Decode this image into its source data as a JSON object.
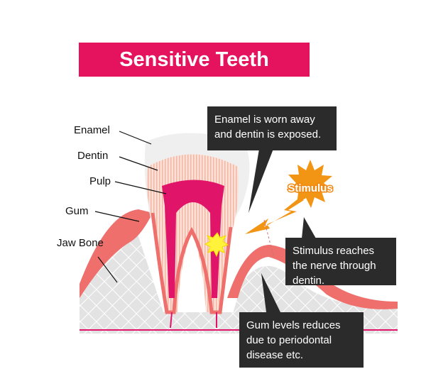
{
  "title": "Sensitive Teeth",
  "labels": {
    "enamel": "Enamel",
    "dentin": "Dentin",
    "pulp": "Pulp",
    "gum": "Gum",
    "jaw_bone": "Jaw Bone"
  },
  "stimulus": "Stimulus",
  "callouts": {
    "enamel_worn": "Enamel is worn away and dentin is exposed.",
    "stimulus_reaches": "Stimulus reaches the nerve through dentin.",
    "gum_reduces": "Gum levels reduces due to periodontal disease etc."
  },
  "colors": {
    "title": "#e5135e",
    "gum": "#ee6f6c",
    "pulp": "#e0156a",
    "dentin": "#f8c7b8",
    "stimulus": "#f39514",
    "callout": "#2b2b2b"
  }
}
